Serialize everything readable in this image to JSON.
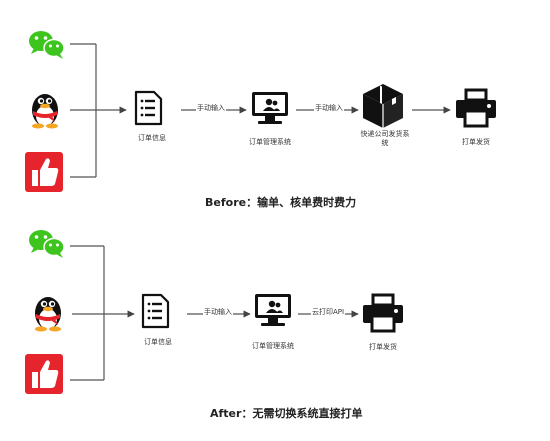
{
  "before": {
    "step_order": "订单信息",
    "arrow1": "手动输入",
    "step_oms": "订单管理系统",
    "arrow2": "手动输入",
    "step_express_line1": "快递公司发货系",
    "step_express_line2": "统",
    "step_print": "打单发货",
    "caption": "Before：输单、核单费时费力"
  },
  "after": {
    "step_order": "订单信息",
    "arrow1": "手动输入",
    "step_oms": "订单管理系统",
    "arrow2": "云打印API",
    "step_print": "打单发货",
    "caption": "After：无需切换系统直接打单"
  },
  "sources": {
    "wechat_icon": "wechat-icon",
    "qq_icon": "qq-penguin-icon",
    "shop_icon": "thumbs-up-shop-icon"
  },
  "colors": {
    "wechat": "#3dc51e",
    "shop_red": "#e5242b",
    "line": "#555555",
    "icon_dark": "#111111"
  }
}
